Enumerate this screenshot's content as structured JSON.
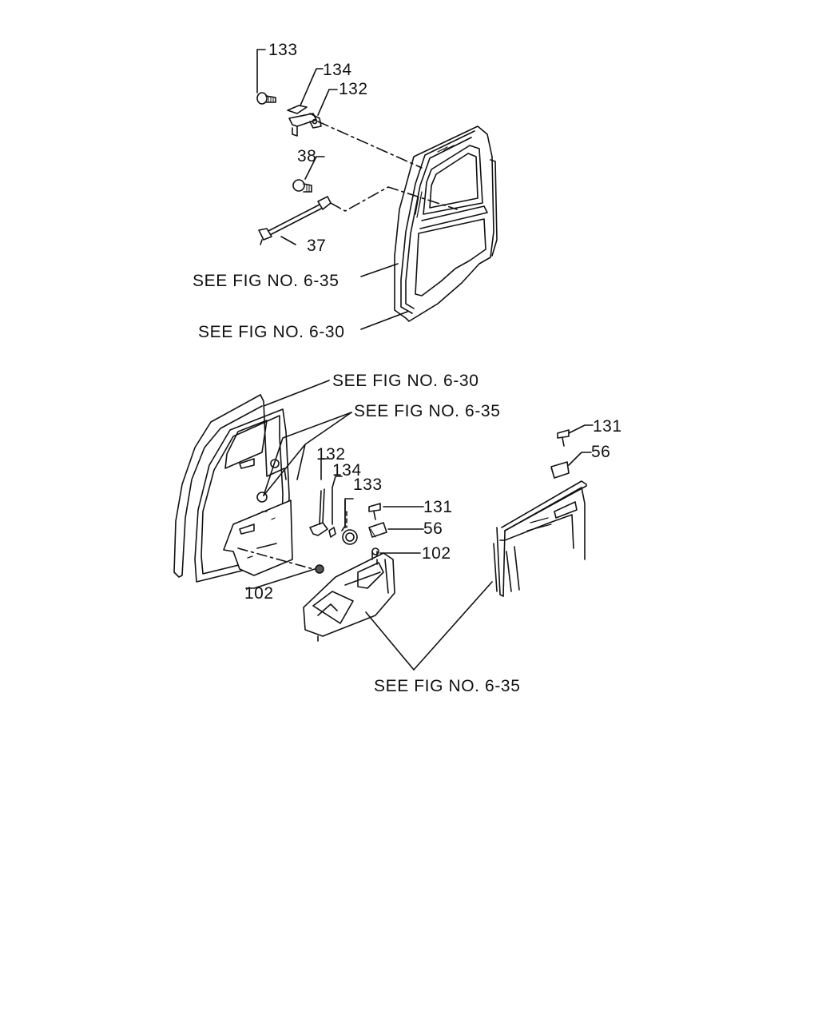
{
  "diagram": {
    "top_assembly": {
      "callouts": [
        "133",
        "134",
        "132",
        "38",
        "37"
      ],
      "references": [
        "SEE FIG NO. 6-35",
        "SEE FIG NO. 6-30"
      ]
    },
    "bottom_assembly": {
      "references": [
        "SEE FIG NO. 6-30",
        "SEE FIG NO. 6-35",
        "SEE FIG NO. 6-35"
      ],
      "callouts": [
        "132",
        "134",
        "133",
        "131",
        "56",
        "102",
        "102",
        "131",
        "56"
      ]
    }
  },
  "colors": {
    "ink": "#111111",
    "paper": "#ffffff",
    "fill_gray": "#cfcfcf"
  }
}
